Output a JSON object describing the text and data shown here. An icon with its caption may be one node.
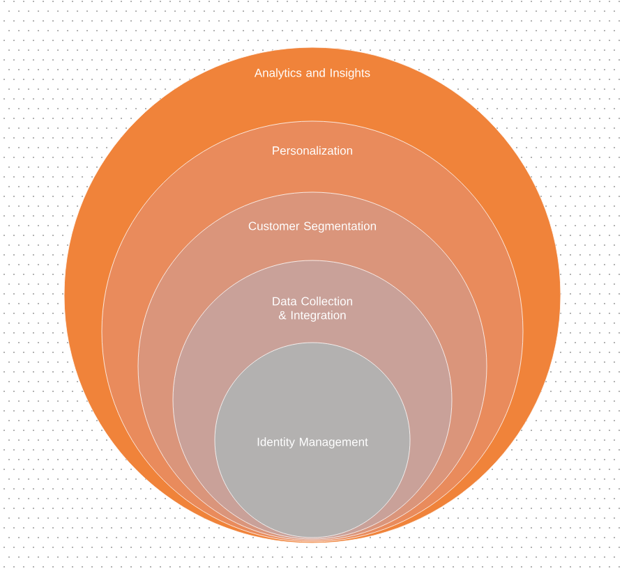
{
  "diagram": {
    "nodes": [
      {
        "text": [
          "Analytics and Insights"
        ]
      },
      {
        "text": [
          "Personalization"
        ],
        "in": 0
      },
      {
        "text": [
          "Customer Segmentation"
        ],
        "in": 1
      },
      {
        "text": [
          "Data Collection & Integration"
        ],
        "in": 2
      },
      {
        "text": [
          "Identity Management"
        ],
        "in": 3
      }
    ]
  }
}
